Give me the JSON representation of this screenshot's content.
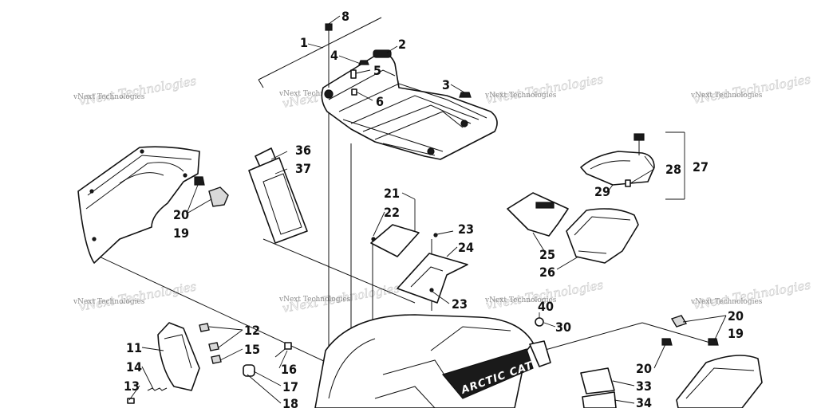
{
  "watermark": {
    "text": "vNext Technologies"
  },
  "logo": {
    "text": "ARCTIC CAT"
  },
  "callouts": {
    "c1": "1",
    "c2": "2",
    "c3": "3",
    "c4": "4",
    "c5": "5",
    "c6": "6",
    "c8": "8",
    "c11": "11",
    "c12": "12",
    "c13": "13",
    "c14": "14",
    "c15": "15",
    "c16": "16",
    "c17": "17",
    "c18": "18",
    "c19a": "19",
    "c19b": "19",
    "c20a": "20",
    "c20b": "20",
    "c20c": "20",
    "c21": "21",
    "c22": "22",
    "c23a": "23",
    "c23b": "23",
    "c24": "24",
    "c25": "25",
    "c26": "26",
    "c27": "27",
    "c28": "28",
    "c29": "29",
    "c30": "30",
    "c33": "33",
    "c34": "34",
    "c36": "36",
    "c37": "37",
    "c40": "40"
  },
  "colors": {
    "line": "#111111",
    "watermark": "#8a8a8a",
    "background": "#ffffff"
  }
}
